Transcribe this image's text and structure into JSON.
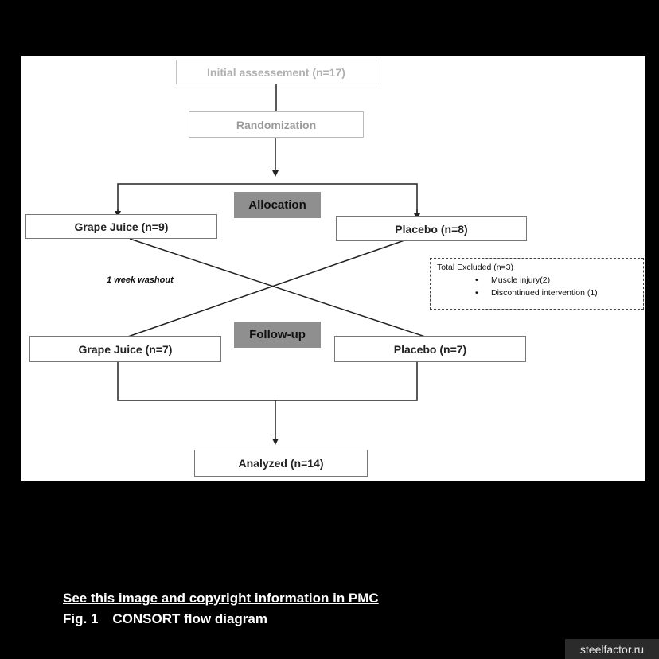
{
  "diagram": {
    "initial": "Initial assessement (n=17)",
    "randomization": "Randomization",
    "allocation": "Allocation",
    "grape_juice_1": "Grape Juice (n=9)",
    "placebo_1": "Placebo (n=8)",
    "washout": "1 week washout",
    "excluded": {
      "title": "Total Excluded (n=3)",
      "items": [
        "Muscle injury(2)",
        "Discontinued intervention (1)"
      ]
    },
    "follow_up": "Follow-up",
    "grape_juice_2": "Grape Juice (n=7)",
    "placebo_2": "Placebo (n=7)",
    "analyzed": "Analyzed (n=14)"
  },
  "caption": {
    "link": "See this image and copyright information in PMC",
    "fig_number": "Fig. 1",
    "fig_title": "CONSORT flow diagram"
  },
  "watermark": "steelfactor.ru"
}
